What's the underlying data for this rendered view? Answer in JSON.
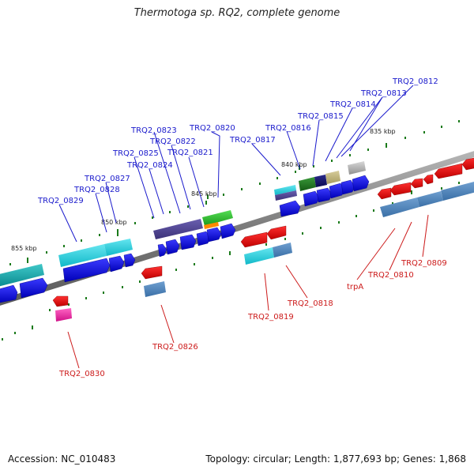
{
  "title": "Thermotoga sp. RQ2, complete genome",
  "footer": {
    "accession": "Accession: NC_010483",
    "summary": "Topology: circular; Length: 1,877,693 bp; Genes: 1,868"
  },
  "colors": {
    "backbone": "#888888",
    "forward_label": "#1a1acc",
    "reverse_label": "#cc1a1a",
    "tick": "#1a7a1a"
  },
  "kbp_labels": [
    "855 kbp",
    "850 kbp",
    "845 kbp",
    "840 kbp",
    "835 kbp"
  ],
  "forward_genes": [
    "TRQ2_0812",
    "TRQ2_0813",
    "TRQ2_0814",
    "TRQ2_0815",
    "TRQ2_0816",
    "TRQ2_0817",
    "TRQ2_0820",
    "TRQ2_0821",
    "TRQ2_0822",
    "TRQ2_0823",
    "TRQ2_0824",
    "TRQ2_0825",
    "TRQ2_0827",
    "TRQ2_0828",
    "TRQ2_0829"
  ],
  "reverse_genes": [
    "TRQ2_0809",
    "TRQ2_0810",
    "trpA",
    "TRQ2_0818",
    "TRQ2_0819",
    "TRQ2_0826",
    "TRQ2_0830"
  ]
}
